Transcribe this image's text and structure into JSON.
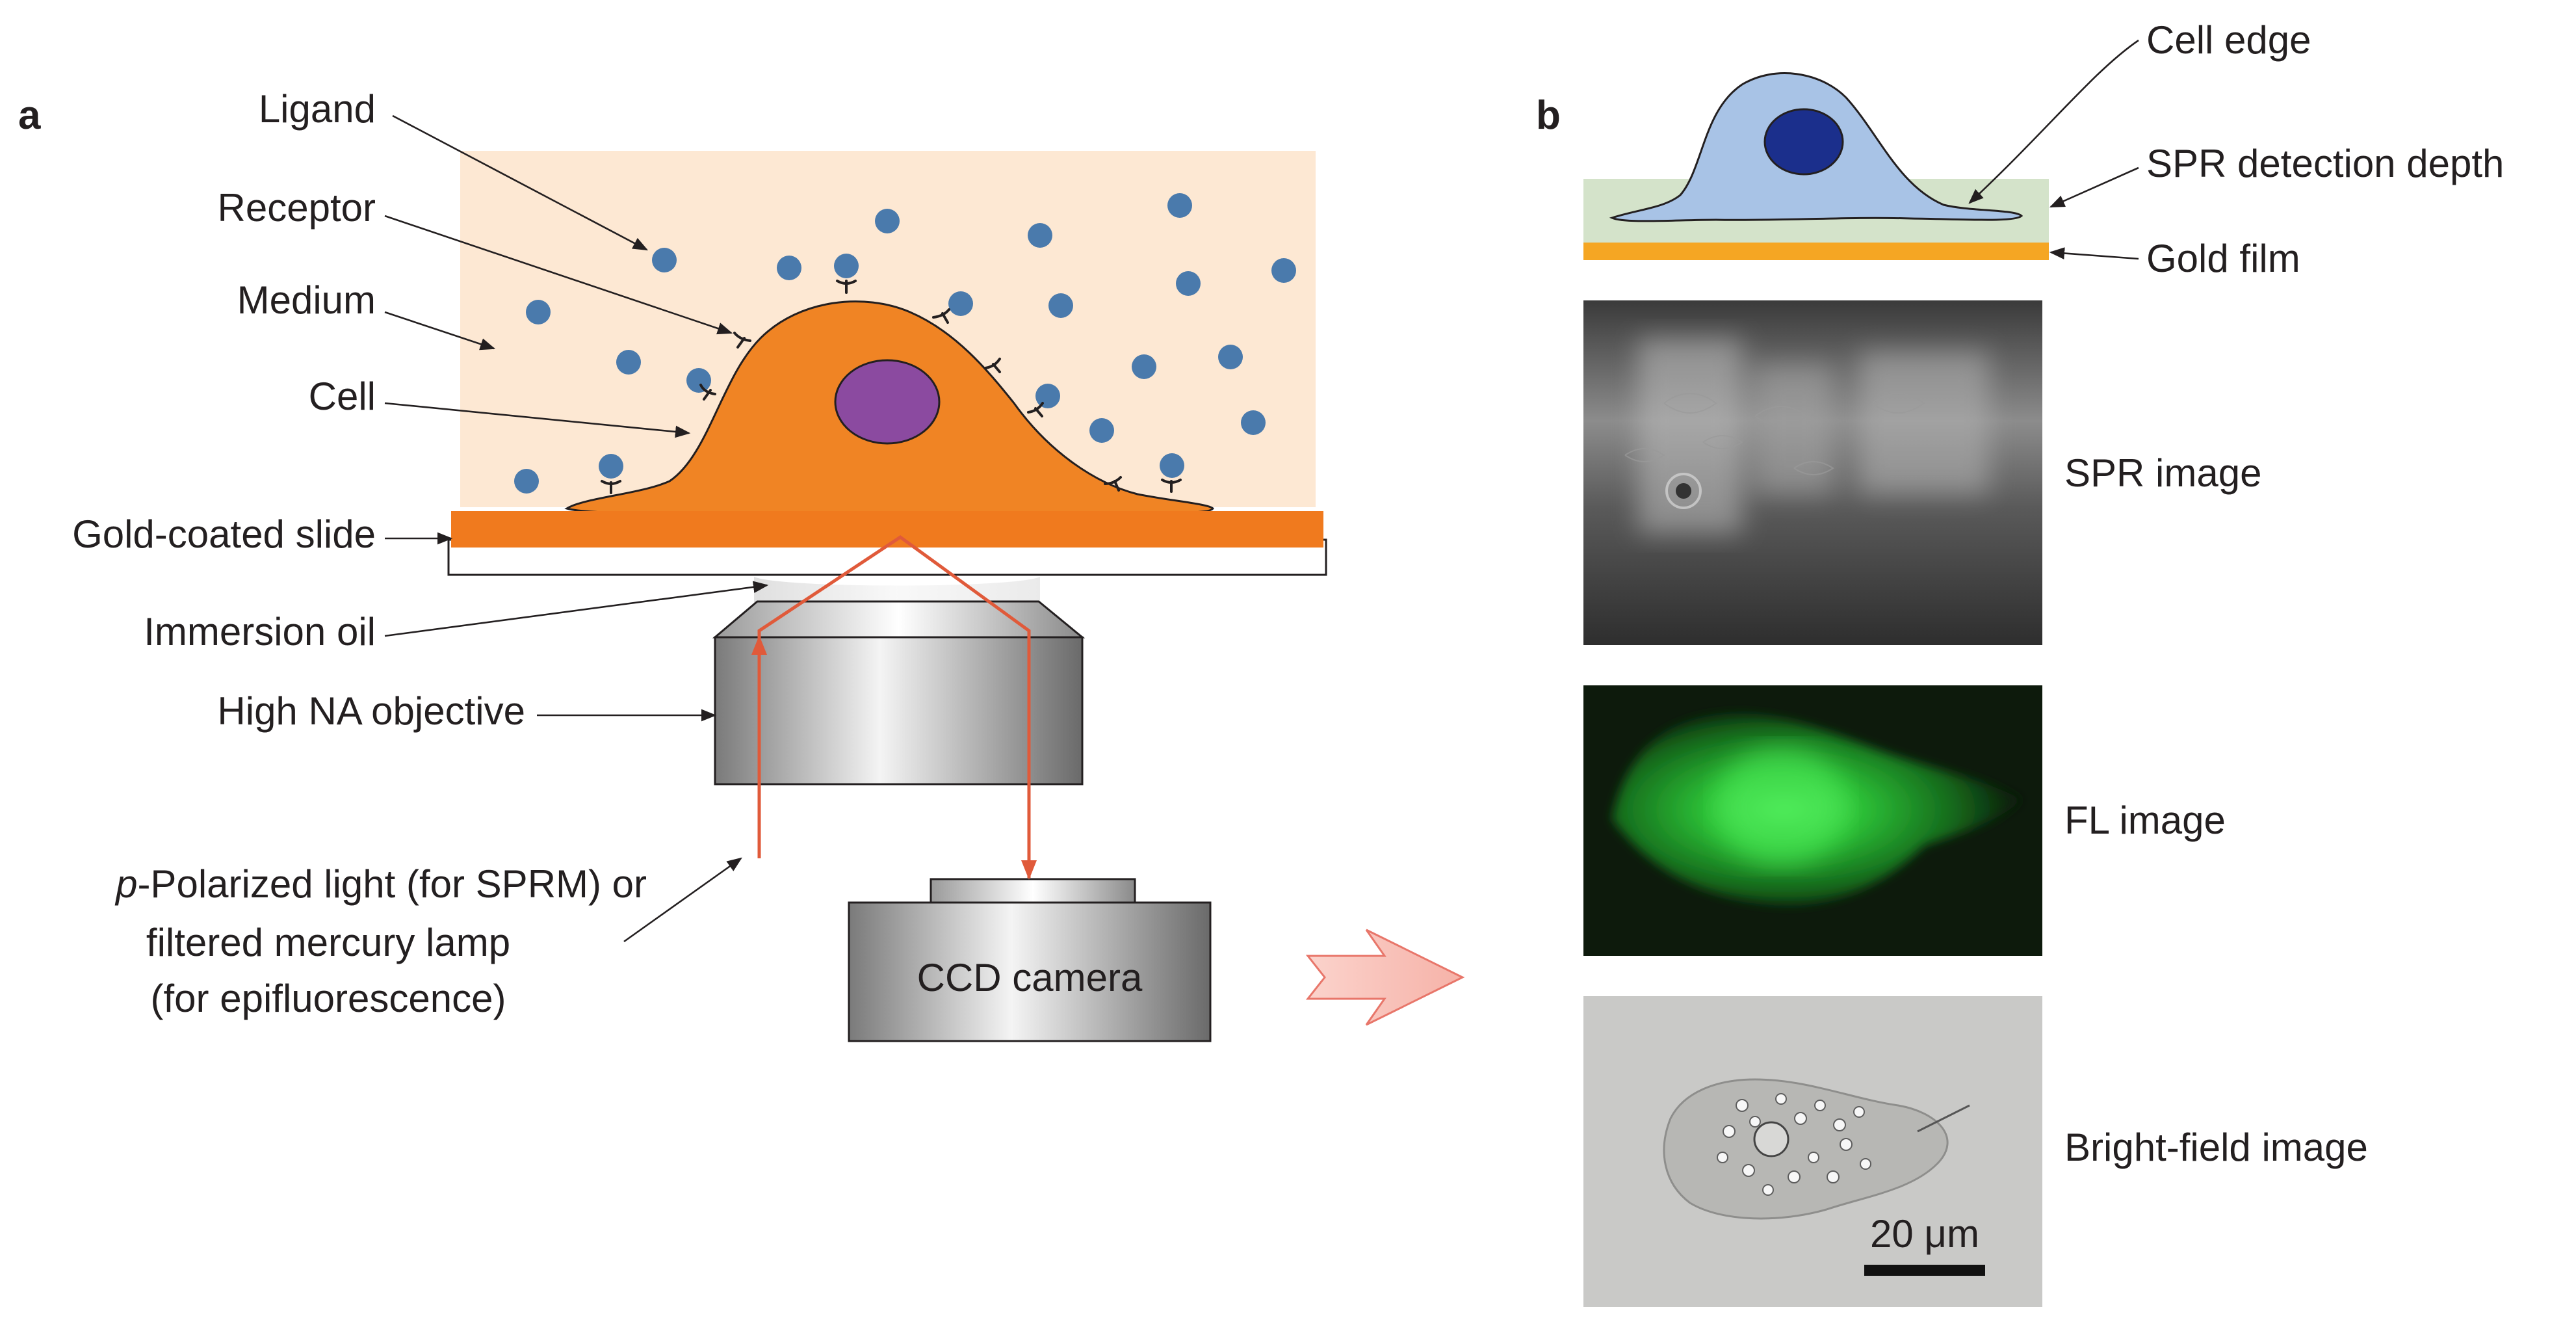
{
  "panel_a": {
    "label": "a",
    "labels": {
      "ligand": "Ligand",
      "receptor": "Receptor",
      "medium": "Medium",
      "cell": "Cell",
      "slide": "Gold-coated slide",
      "oil": "Immersion oil",
      "objective": "High NA objective",
      "light_line1_italic": "p",
      "light_line1_rest": "-Polarized light (for SPRM) or",
      "light_line2": "filtered mercury lamp",
      "light_line3": "(for epifluorescence)",
      "camera": "CCD camera"
    },
    "colors": {
      "medium": "#fde8d3",
      "cell": "#f08424",
      "nucleus": "#8b4aa0",
      "ligand": "#4a7aac",
      "gold_layer": "#f07a1e",
      "beam": "#e05a3a",
      "arrow": "#f5a8a0"
    }
  },
  "panel_b": {
    "label": "b",
    "labels": {
      "cell_edge": "Cell edge",
      "spr_depth": "SPR detection depth",
      "gold_film": "Gold film",
      "spr_image": "SPR image",
      "fl_image": "FL image",
      "bf_image": "Bright-field image",
      "scale_bar": "20 μm"
    },
    "colors": {
      "cell": "#a8c3e6",
      "nucleus": "#1b2f8c",
      "depth_layer": "#cfe0c4",
      "gold_film": "#f5a623",
      "fl_green": "#2fd040"
    }
  }
}
